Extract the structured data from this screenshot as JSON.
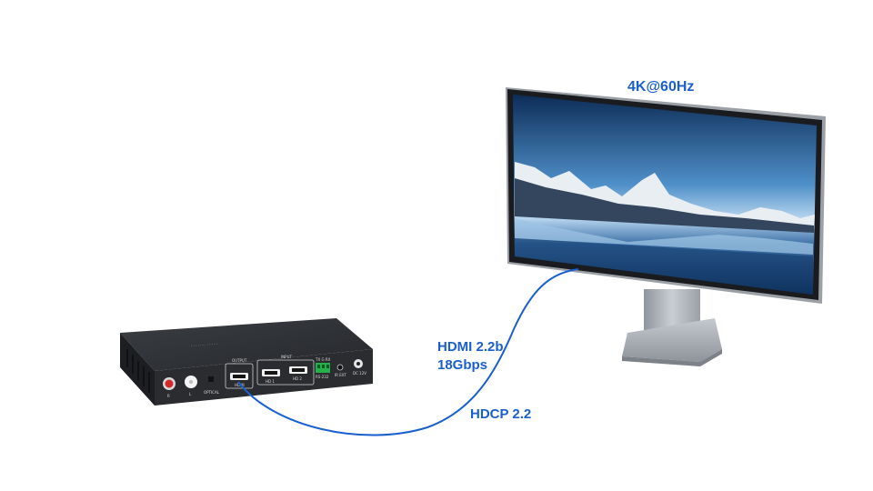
{
  "labels": {
    "resolution": "4K@60Hz",
    "hdmi_version": "HDMI 2.2b",
    "bandwidth": "18Gbps",
    "hdcp": "HDCP 2.2"
  },
  "device_panel": {
    "output": "OUTPUT",
    "input": "INPUT",
    "audio_r": "R",
    "audio_l": "L",
    "optical": "OPTICAL",
    "hdmi_out": "HDMI",
    "hdmi_in_1": "HD 1",
    "hdmi_in_2": "HD 2",
    "serial": "TX G RX",
    "rs232": "RS-232",
    "ir_ext": "IR EXT",
    "dc": "DC 12V"
  },
  "colors": {
    "accent": "#1a5fd0",
    "device_body": "#2b2d31",
    "monitor_stand": "#b9bec4"
  }
}
